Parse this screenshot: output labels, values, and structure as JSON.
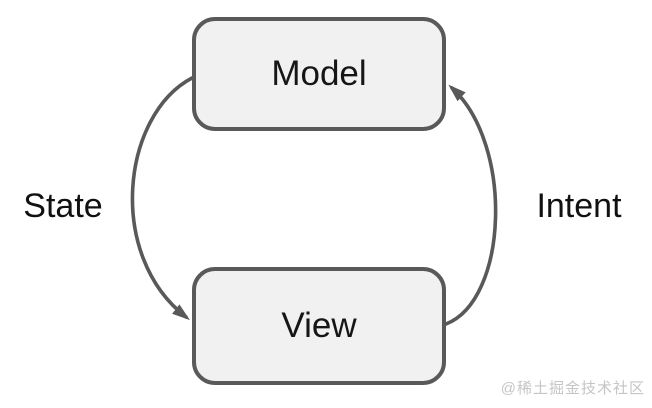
{
  "diagram": {
    "type": "cycle-diagram",
    "nodes": {
      "model": {
        "label": "Model"
      },
      "view": {
        "label": "View"
      }
    },
    "edges": {
      "state": {
        "label": "State",
        "from": "Model",
        "to": "View",
        "side": "left"
      },
      "intent": {
        "label": "Intent",
        "from": "View",
        "to": "Model",
        "side": "right"
      }
    },
    "watermark": "@稀土掘金技术社区",
    "colors": {
      "background": "#ffffff",
      "node_fill": "#f1f1f1",
      "node_border": "#595959",
      "arrow": "#595959",
      "label_text": "#111111",
      "watermark_text": "#c5c5c5"
    }
  }
}
